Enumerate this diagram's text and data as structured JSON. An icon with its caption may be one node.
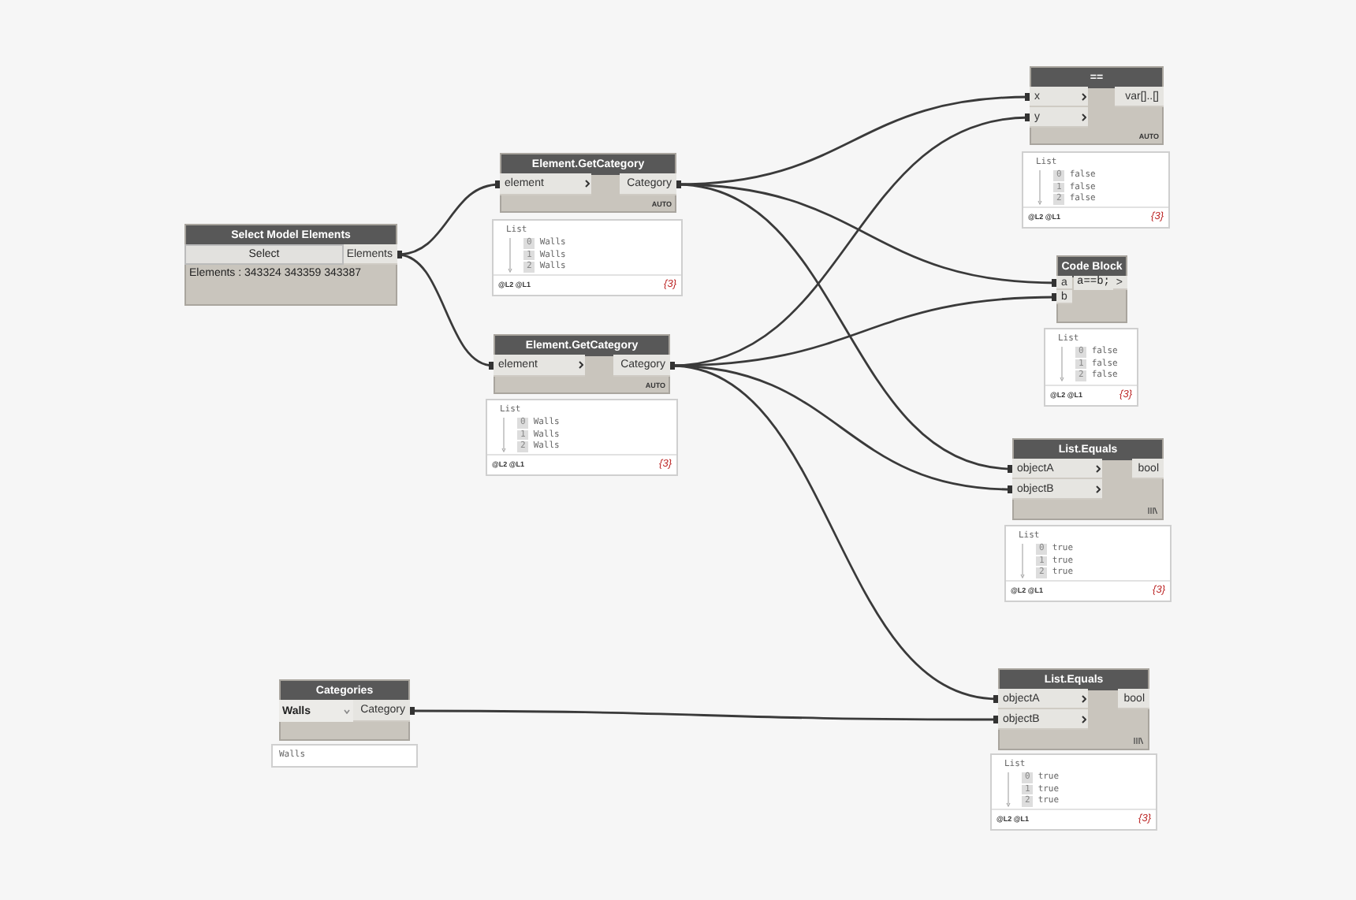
{
  "diagram": {
    "nodes": [
      {
        "text": [
          "Select Model Elements",
          "Elements : 343324 343359 343387"
        ]
      },
      {
        "text": [
          "Select"
        ],
        "in": 0
      },
      {
        "text": [
          "Elements"
        ],
        "in": 0
      },
      {
        "text": [
          "Element.GetCategory",
          "AUTO"
        ]
      },
      {
        "text": [
          "element"
        ],
        "in": 3
      },
      {
        "text": [
          "Category"
        ],
        "in": 3
      },
      {
        "text": [
          "List",
          "0",
          "Walls",
          "1",
          "Walls",
          "2",
          "Walls",
          "@L2 @L1",
          "{3}"
        ]
      },
      {
        "text": [
          "Element.GetCategory",
          "AUTO"
        ]
      },
      {
        "text": [
          "element"
        ],
        "in": 7
      },
      {
        "text": [
          "Category"
        ],
        "in": 7
      },
      {
        "text": [
          "List",
          "0",
          "Walls",
          "1",
          "Walls",
          "2",
          "Walls",
          "@L2 @L1",
          "{3}"
        ]
      },
      {
        "text": [
          "==",
          "AUTO"
        ]
      },
      {
        "text": [
          "x"
        ],
        "in": 11
      },
      {
        "text": [
          "y"
        ],
        "in": 11
      },
      {
        "text": [
          "var[]..[]"
        ],
        "in": 11
      },
      {
        "text": [
          "List",
          "0",
          "false",
          "1",
          "false",
          "2",
          "false",
          "@L2 @L1",
          "{3}"
        ]
      },
      {
        "text": [
          "Code Block"
        ]
      },
      {
        "text": [
          "a"
        ],
        "in": 16
      },
      {
        "text": [
          "b"
        ],
        "in": 16
      },
      {
        "text": [
          "a==b;"
        ],
        "in": 16
      },
      {
        "text": [
          ">"
        ],
        "in": 16
      },
      {
        "text": [
          "List",
          "0",
          "false",
          "1",
          "false",
          "2",
          "false",
          "@L2 @L1",
          "{3}"
        ]
      },
      {
        "text": [
          "List.Equals"
        ]
      },
      {
        "text": [
          "objectA"
        ],
        "in": 22
      },
      {
        "text": [
          "objectB"
        ],
        "in": 22
      },
      {
        "text": [
          "bool"
        ],
        "in": 22
      },
      {
        "text": [
          "List",
          "0",
          "true",
          "1",
          "true",
          "2",
          "true",
          "@L2 @L1",
          "{3}"
        ]
      },
      {
        "text": [
          "List.Equals"
        ]
      },
      {
        "text": [
          "objectA"
        ],
        "in": 27
      },
      {
        "text": [
          "objectB"
        ],
        "in": 27
      },
      {
        "text": [
          "bool"
        ],
        "in": 27
      },
      {
        "text": [
          "List",
          "0",
          "true",
          "1",
          "true",
          "2",
          "true",
          "@L2 @L1",
          "{3}"
        ]
      },
      {
        "text": [
          "Categories"
        ]
      },
      {
        "text": [
          "Walls"
        ],
        "in": 32
      },
      {
        "text": [
          "Category"
        ],
        "in": 32
      },
      {
        "text": [
          "Walls"
        ]
      }
    ],
    "edges": [
      {
        "from": 2,
        "to": 4,
        "arrow": "other"
      },
      {
        "from": 2,
        "to": 8,
        "arrow": "other"
      },
      {
        "from": 5,
        "to": 12,
        "arrow": "other"
      },
      {
        "from": 9,
        "to": 13,
        "arrow": "other"
      },
      {
        "from": 5,
        "to": 17,
        "arrow": "other"
      },
      {
        "from": 9,
        "to": 18,
        "arrow": "other"
      },
      {
        "from": 5,
        "to": 23,
        "arrow": "other"
      },
      {
        "from": 9,
        "to": 24,
        "arrow": "other"
      },
      {
        "from": 9,
        "to": 28,
        "arrow": "other"
      },
      {
        "from": 34,
        "to": 29,
        "arrow": "other"
      }
    ]
  }
}
